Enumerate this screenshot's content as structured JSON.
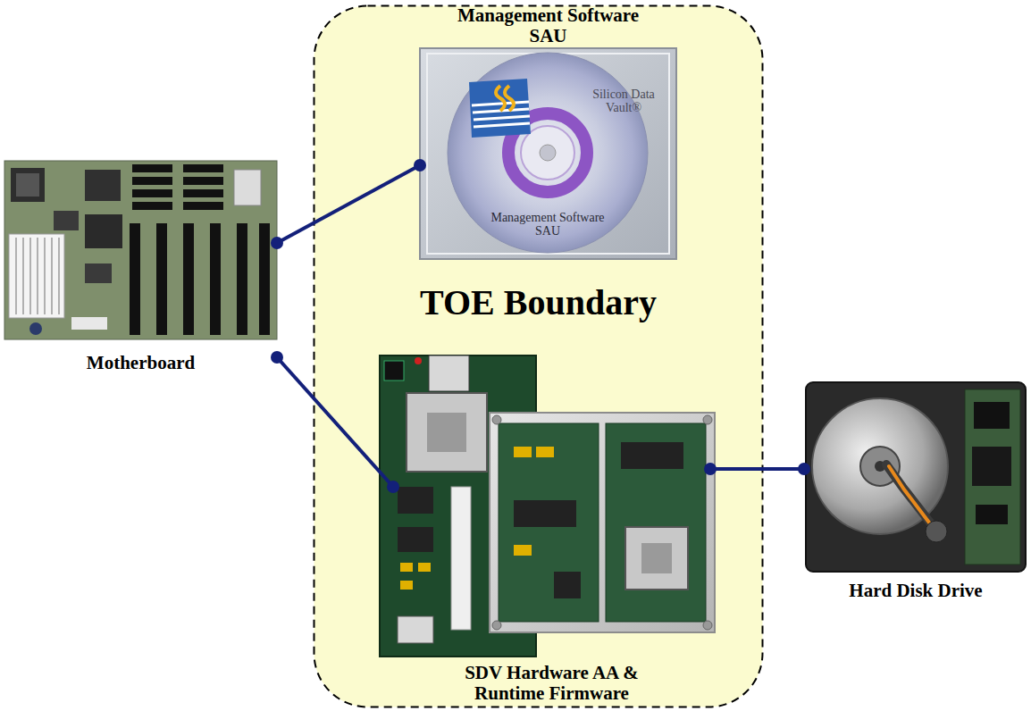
{
  "diagram": {
    "nodes": [
      {
        "text": [
          "TOE Boundary"
        ]
      },
      {
        "text": [
          "Management Software SAU"
        ],
        "in": 0
      },
      {
        "text": [
          "Motherboard"
        ]
      },
      {
        "text": [
          "SDV Hardware AA & Runtime Firmware"
        ],
        "in": 0
      },
      {
        "text": [
          "Hard Disk Drive"
        ]
      }
    ],
    "edges": [
      {
        "from": 2,
        "to": 1,
        "arrow": "none"
      },
      {
        "from": 2,
        "to": 3,
        "arrow": "none"
      },
      {
        "from": 3,
        "to": 4,
        "arrow": "none"
      }
    ],
    "labels": [
      "Silicon Data Vault®",
      "Management Software SAU"
    ]
  }
}
